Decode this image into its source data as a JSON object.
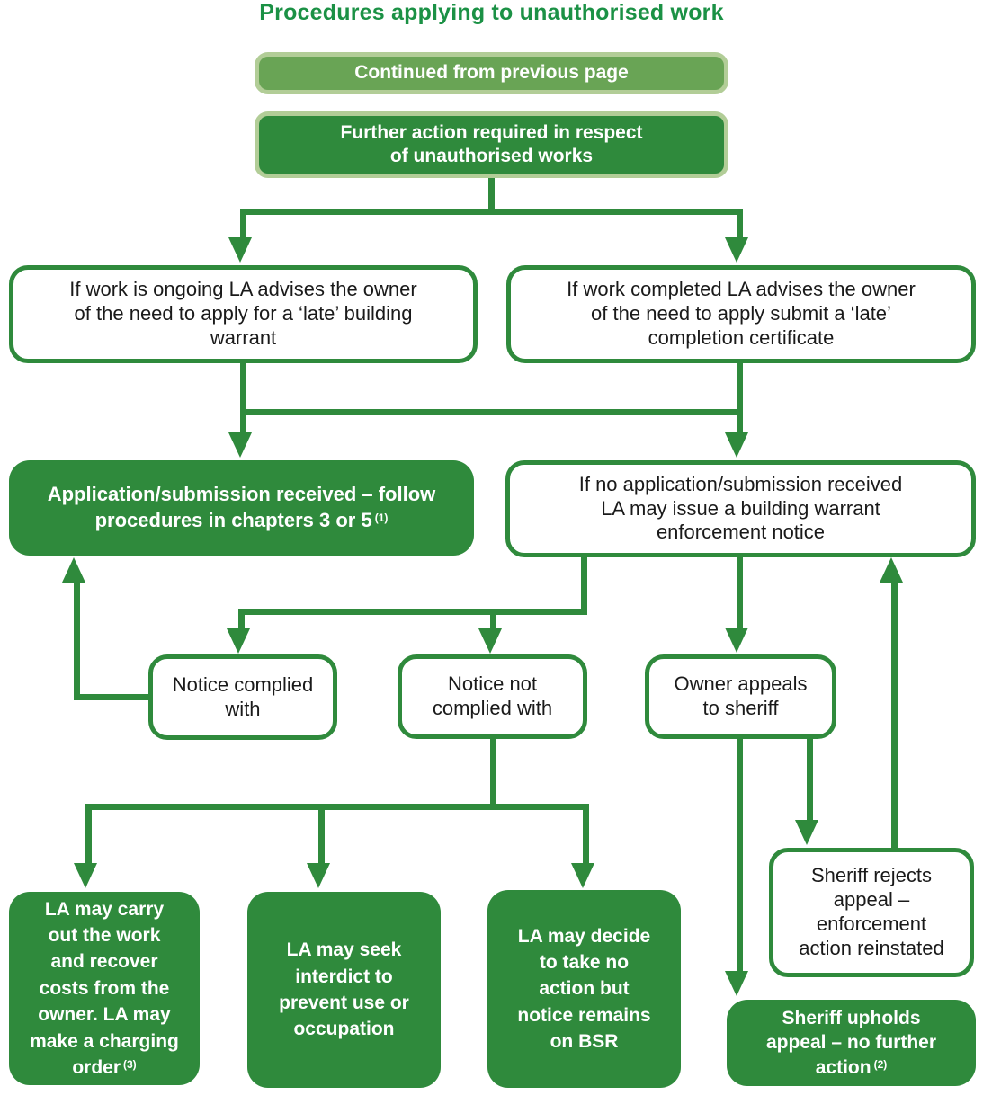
{
  "title": "Procedures applying to unauthorised work",
  "colors": {
    "green_dark": "#2f8a3c",
    "green_title": "#1b9145",
    "green_mid": "#69a455",
    "green_border_light": "#b2cd97",
    "text_dark": "#1a1a1a",
    "text_light": "#ffffff"
  },
  "nodes": {
    "continued": {
      "text": "Continued from previous page"
    },
    "further_action": {
      "text": "Further action required in respect\nof unauthorised works"
    },
    "work_ongoing": {
      "text": "If work is ongoing LA advises the owner\nof the need to apply for a ‘late’ building\nwarrant"
    },
    "work_completed": {
      "text": "If work completed LA advises the owner\nof the need to apply submit a ‘late’\ncompletion certificate"
    },
    "application_received": {
      "text": "Application/submission received – follow\nprocedures in chapters 3 or 5",
      "sup": "(1)"
    },
    "no_application": {
      "text": "If no application/submission received\nLA may issue a building warrant\nenforcement notice"
    },
    "notice_complied": {
      "text": "Notice complied\nwith"
    },
    "notice_not_complied": {
      "text": "Notice not\ncomplied with"
    },
    "owner_appeals": {
      "text": "Owner appeals\nto sheriff"
    },
    "la_carry_out": {
      "text": "LA may carry\nout the work\nand recover\ncosts from the\nowner. LA may\nmake a charging\norder",
      "sup": "(3)"
    },
    "la_interdict": {
      "text": "LA may seek\ninterdict to\nprevent use or\noccupation"
    },
    "la_no_action": {
      "text": "LA may decide\nto take no\naction but\nnotice remains\non BSR"
    },
    "sheriff_rejects": {
      "text": "Sheriff rejects\nappeal –\nenforcement\naction reinstated"
    },
    "sheriff_upholds": {
      "text": "Sheriff upholds\nappeal – no further\naction",
      "sup": "(2)"
    }
  }
}
